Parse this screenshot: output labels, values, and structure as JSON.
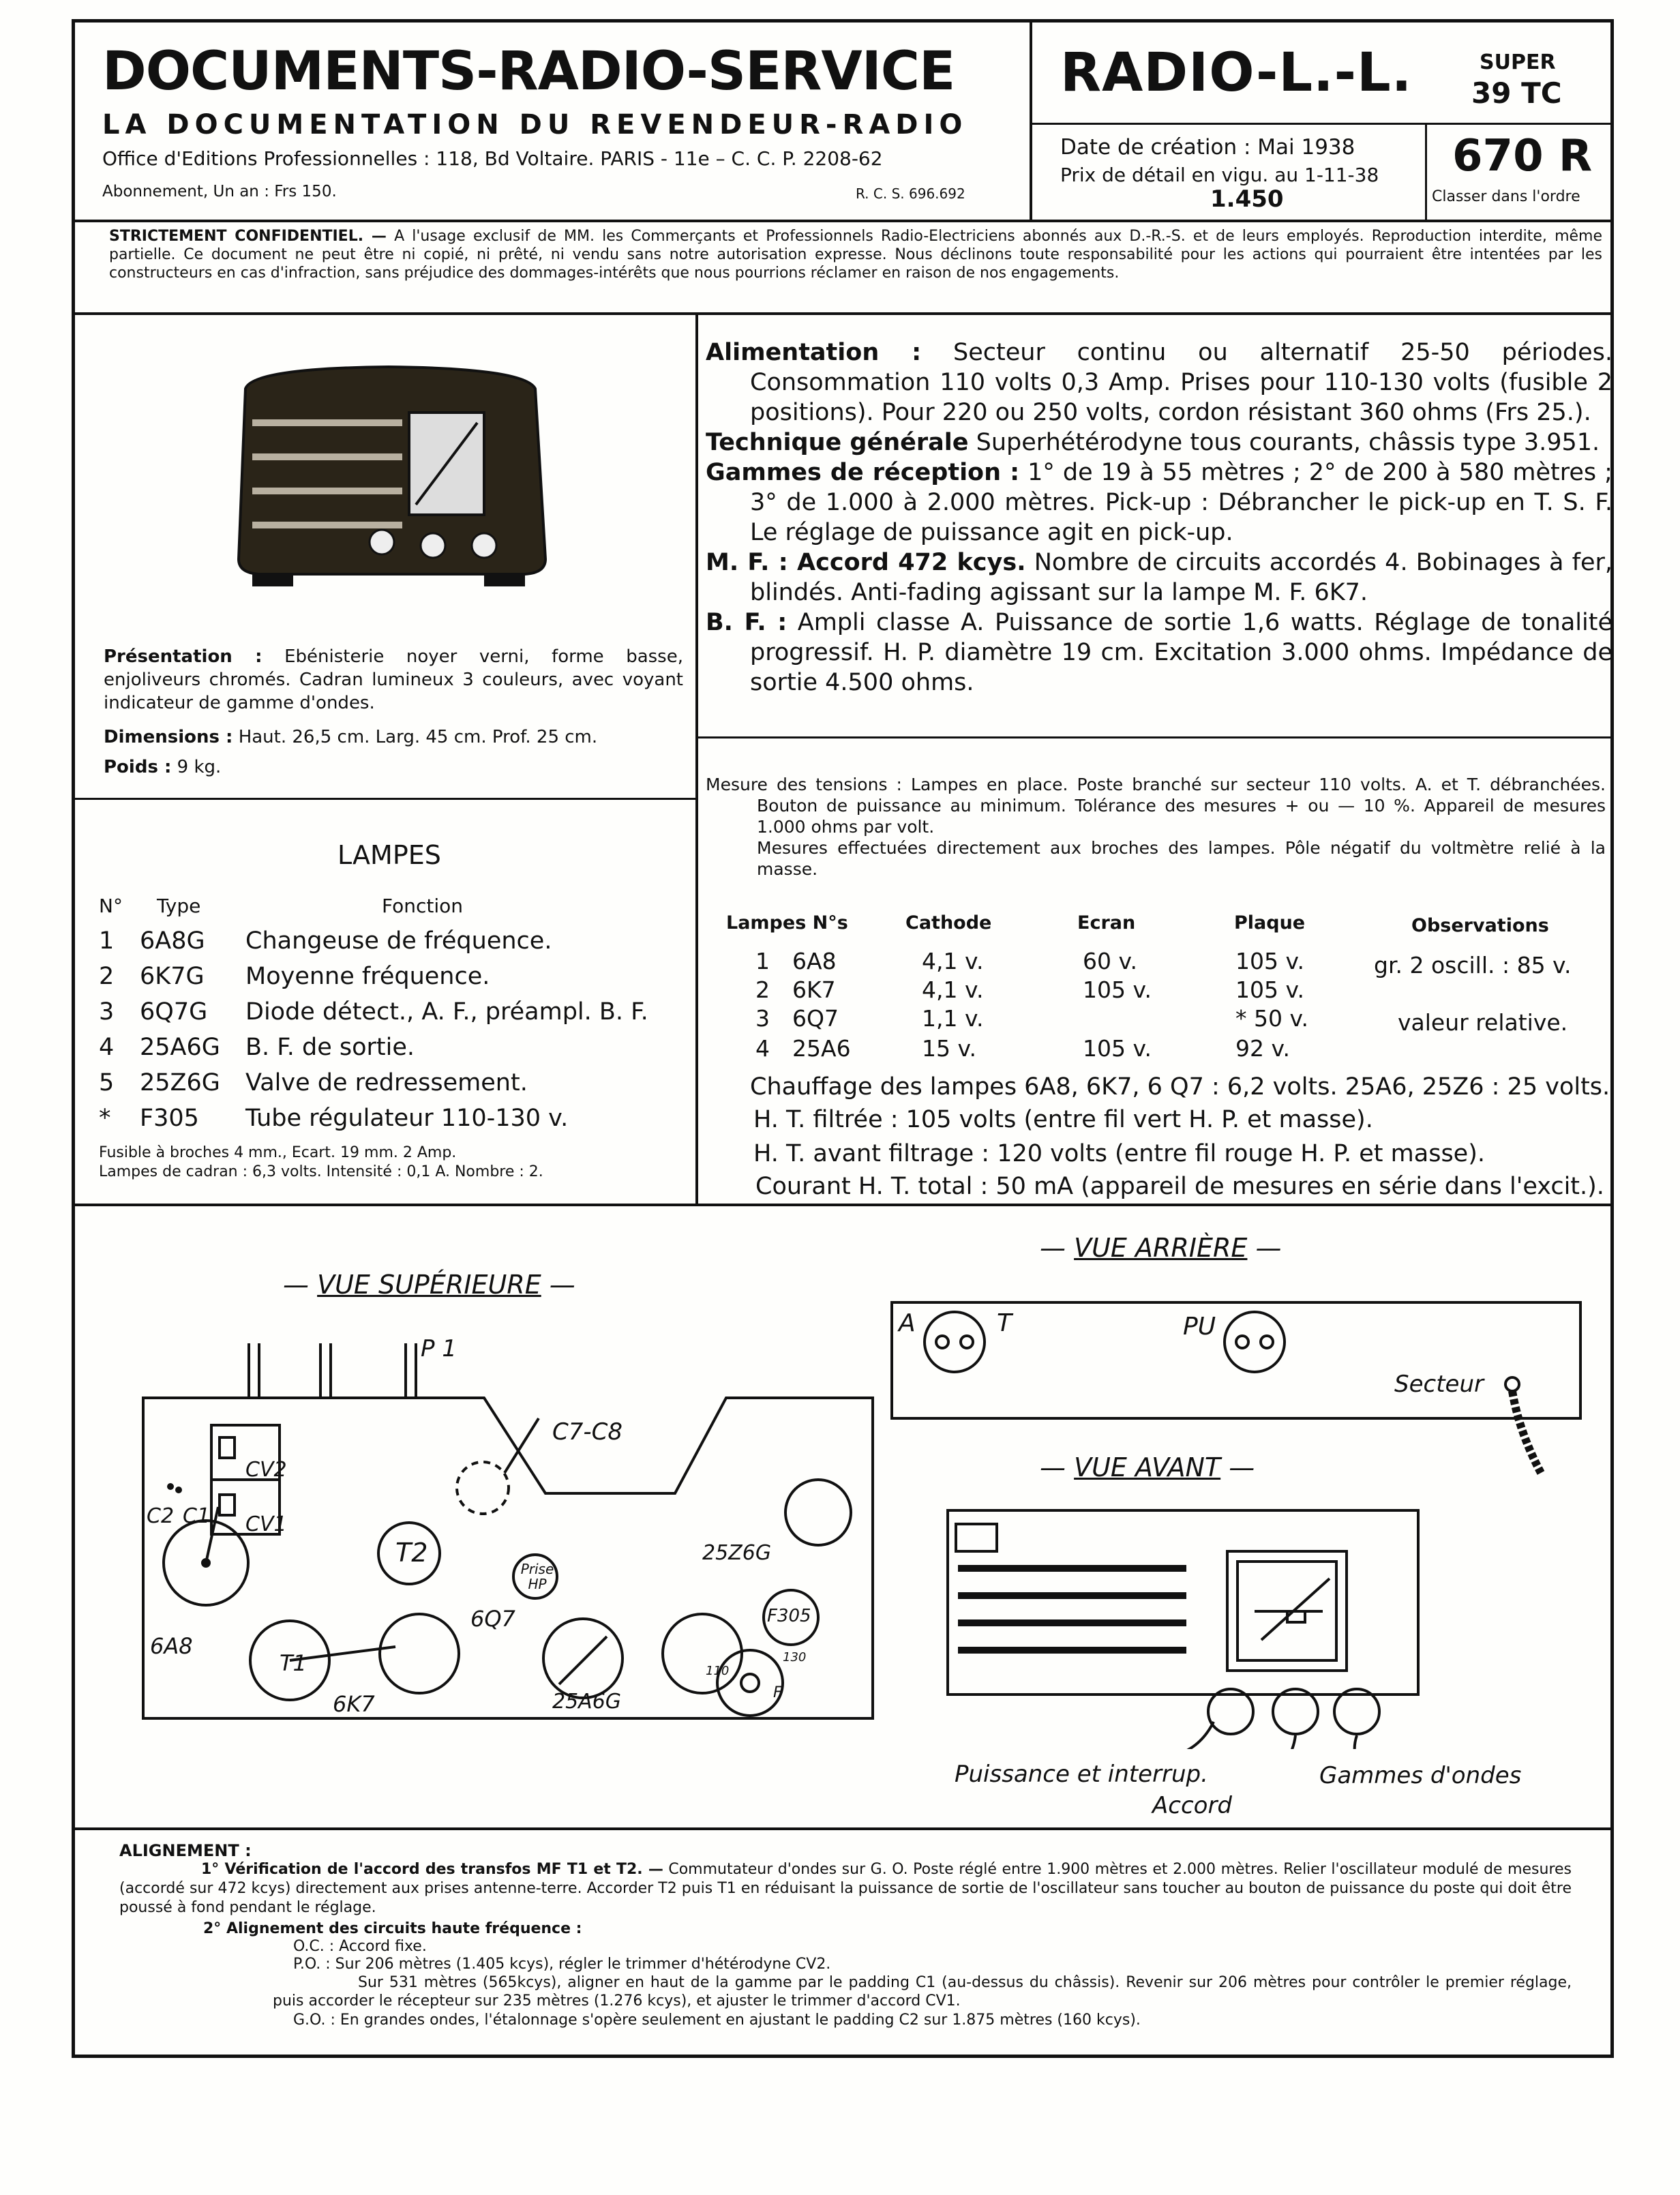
{
  "header": {
    "title": "DOCUMENTS-RADIO-SERVICE",
    "subtitle": "LA DOCUMENTATION DU REVENDEUR-RADIO",
    "office": "Office d'Editions Professionnelles : 118, Bd Voltaire. PARIS - 11e – C. C. P. 2208-62",
    "subscription": "Abonnement, Un an : Frs 150.",
    "rcs": "R. C. S. 696.692",
    "brand": "RADIO-L.-L.",
    "model_top": "SUPER",
    "model_bottom": "39 TC",
    "creation_date": "Date de création : Mai 1938",
    "price_label": "Prix de détail en vigu. au 1-11-38",
    "price_value": "1.450",
    "doc_number": "670 R",
    "classer": "Classer dans l'ordre"
  },
  "confidential": {
    "title": "STRICTEMENT CONFIDENTIEL. —",
    "text": "A l'usage exclusif de MM. les Commerçants et Professionnels Radio-Electriciens abonnés aux D.-R.-S. et de leurs employés. Reproduction interdite, même partielle. Ce document ne peut être ni copié, ni prêté, ni vendu sans notre autorisation expresse. Nous déclinons toute responsabilité pour les actions qui pourraient être intentées par les constructeurs en cas d'infraction, sans préjudice des dommages-intérêts que nous pourrions réclamer en raison de nos engagements."
  },
  "presentation": {
    "label": "Présentation :",
    "text": "Ebénisterie noyer verni, forme basse, enjoliveurs chromés. Cadran lumineux 3 couleurs, avec voyant indicateur de gamme d'ondes.",
    "dim_label": "Dimensions :",
    "dim_text": "Haut. 26,5 cm. Larg. 45 cm. Prof. 25 cm.",
    "weight_label": "Poids :",
    "weight_text": "9 kg."
  },
  "specs": [
    {
      "label": "Alimentation :",
      "text": "Secteur continu ou alternatif 25-50 périodes. Consommation 110 volts 0,3 Amp. Prises pour 110-130 volts (fusible 2 positions). Pour 220 ou 250 volts, cordon résistant 360 ohms (Frs 25.)."
    },
    {
      "label": "Technique générale",
      "text": "Superhétérodyne tous courants, châssis type 3.951."
    },
    {
      "label": "Gammes de réception :",
      "text": "1° de 19 à 55 mètres ; 2° de 200 à 580 mètres ; 3° de 1.000 à 2.000 mètres. Pick-up : Débrancher le pick-up en T. S. F. Le réglage de puissance agit en pick-up."
    },
    {
      "label": "M. F. : Accord 472 kcys.",
      "text": "Nombre de circuits accordés 4. Bobinages à fer, blindés. Anti-fading agissant sur la lampe M. F. 6K7."
    },
    {
      "label": "B. F. :",
      "text": "Ampli classe A. Puissance de sortie 1,6 watts. Réglage de tonalité progressif. H. P. diamètre 19 cm. Excitation 3.000 ohms. Impédance de sortie 4.500 ohms."
    }
  ],
  "lampes": {
    "title": "LAMPES",
    "headers": [
      "N°",
      "Type",
      "Fonction"
    ],
    "rows": [
      [
        "1",
        "6A8G",
        "Changeuse de fréquence."
      ],
      [
        "2",
        "6K7G",
        "Moyenne fréquence."
      ],
      [
        "3",
        "6Q7G",
        "Diode détect., A. F., préampl. B. F."
      ],
      [
        "4",
        "25A6G",
        "B. F. de sortie."
      ],
      [
        "5",
        "25Z6G",
        "Valve de redressement."
      ],
      [
        "*",
        "F305",
        "Tube régulateur 110-130 v."
      ]
    ],
    "note1": "Fusible à broches 4 mm., Ecart. 19 mm. 2 Amp.",
    "note2": "Lampes de cadran : 6,3 volts. Intensité : 0,1 A. Nombre : 2."
  },
  "mesures": {
    "label": "Mesure des tensions :",
    "text": "Lampes en place. Poste branché sur secteur 110 volts. A. et T. débranchées. Bouton de puissance au minimum. Tolérance des mesures + ou — 10 %. Appareil de mesures 1.000 ohms par volt.",
    "text2": "Mesures effectuées directement aux broches des lampes. Pôle négatif du voltmètre relié à la masse.",
    "headers": [
      "Lampes N°s",
      "Cathode",
      "Ecran",
      "Plaque",
      "Observations"
    ],
    "rows": [
      [
        "1",
        "6A8",
        "4,1 v.",
        "60 v.",
        "105 v.",
        "gr. 2 oscill. : 85 v."
      ],
      [
        "2",
        "6K7",
        "4,1 v.",
        "105 v.",
        "105 v.",
        ""
      ],
      [
        "3",
        "6Q7",
        "1,1 v.",
        "",
        "* 50 v.",
        "valeur relative."
      ],
      [
        "4",
        "25A6",
        "15 v.",
        "105 v.",
        "92 v.",
        ""
      ]
    ],
    "lines": [
      "Chauffage des lampes 6A8, 6K7, 6 Q7 : 6,2 volts. 25A6, 25Z6 : 25 volts.",
      "H. T. filtrée : 105 volts (entre fil vert H. P. et masse).",
      "H. T. avant filtrage : 120 volts (entre fil rouge H. P. et masse).",
      "Courant H. T. total : 50 mA (appareil de mesures en série dans l'excit.)."
    ]
  },
  "diagrams": {
    "vue_superieure": "VUE SUPÉRIEURE",
    "vue_arriere": "VUE ARRIÈRE",
    "vue_avant": "VUE AVANT",
    "top_labels": {
      "p1": "P 1",
      "c7c8": "C7-C8",
      "cv2": "CV2",
      "cv1": "CV1",
      "c2": "C2",
      "c1": "C1",
      "t2": "T2",
      "prise_hp": "Prise HP",
      "z6": "25Z6G",
      "f305": "F305",
      "a8": "6A8",
      "t1": "T1",
      "k7": "6K7",
      "q7": "6Q7",
      "a6": "25A6G",
      "v110": "110",
      "v130": "130",
      "f": "F"
    },
    "rear_labels": {
      "a": "A",
      "t": "T",
      "pu": "PU",
      "secteur": "Secteur"
    },
    "front_labels": {
      "puissance": "Puissance et interrup.",
      "accord": "Accord",
      "gammes": "Gammes d'ondes"
    }
  },
  "alignement": {
    "title": "ALIGNEMENT :",
    "step1_label": "1° Vérification de l'accord des transfos MF T1 et T2. —",
    "step1_text": "Commutateur d'ondes sur G. O. Poste réglé entre 1.900 mètres et 2.000 mètres. Relier l'oscillateur modulé de mesures (accordé sur 472 kcys) directement aux prises antenne-terre. Accorder T2 puis T1 en réduisant la puissance de sortie de l'oscillateur sans toucher au bouton de puissance du poste qui doit être poussé à fond pendant le réglage.",
    "step2_label": "2° Alignement des circuits haute fréquence :",
    "oc": "O.C. : Accord fixe.",
    "po1": "P.O. : Sur 206 mètres (1.405 kcys), régler le trimmer d'hétérodyne CV2.",
    "po2": "Sur 531 mètres (565kcys), aligner en haut de la gamme par le padding C1 (au-dessus du châssis). Revenir sur 206 mètres pour contrôler le premier réglage, puis accorder le récepteur sur 235 mètres (1.276 kcys), et ajuster le trimmer d'accord CV1.",
    "go": "G.O. : En grandes ondes, l'étalonnage s'opère seulement en ajustant le padding C2 sur 1.875 mètres (160 kcys)."
  }
}
